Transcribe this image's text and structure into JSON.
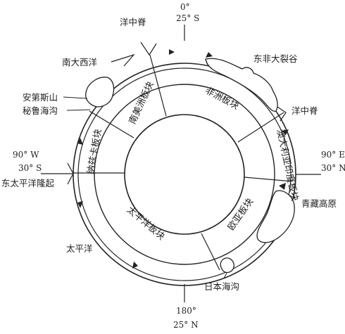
{
  "coordinates": {
    "top_degree": "0°",
    "top_lat": "25° S",
    "bottom_degree": "180°",
    "bottom_lat": "25° N",
    "left_degree": "90° W",
    "left_lat": "30° S",
    "right_degree": "90° E",
    "right_lat": "30° N"
  },
  "labels": {
    "ridge_top": "洋中脊",
    "south_atlantic": "南大西洋",
    "east_african_rift": "东非大裂谷",
    "andes": "安第斯山",
    "peru_trench": "秘鲁海沟",
    "ridge_right": "洋中脊",
    "east_pacific_rise": "东太平洋隆起",
    "tibetan_plateau": "青藏高原",
    "pacific_ocean": "太平洋",
    "japan_trench": "日本海沟"
  },
  "plates": {
    "south_american": "南美洲板块",
    "african": "非洲板块",
    "nazca": "纳兹卡板块",
    "indo_australian": "澳大利亚印度板块",
    "pacific": "太平洋板块",
    "eurasian": "欧亚板块"
  }
}
